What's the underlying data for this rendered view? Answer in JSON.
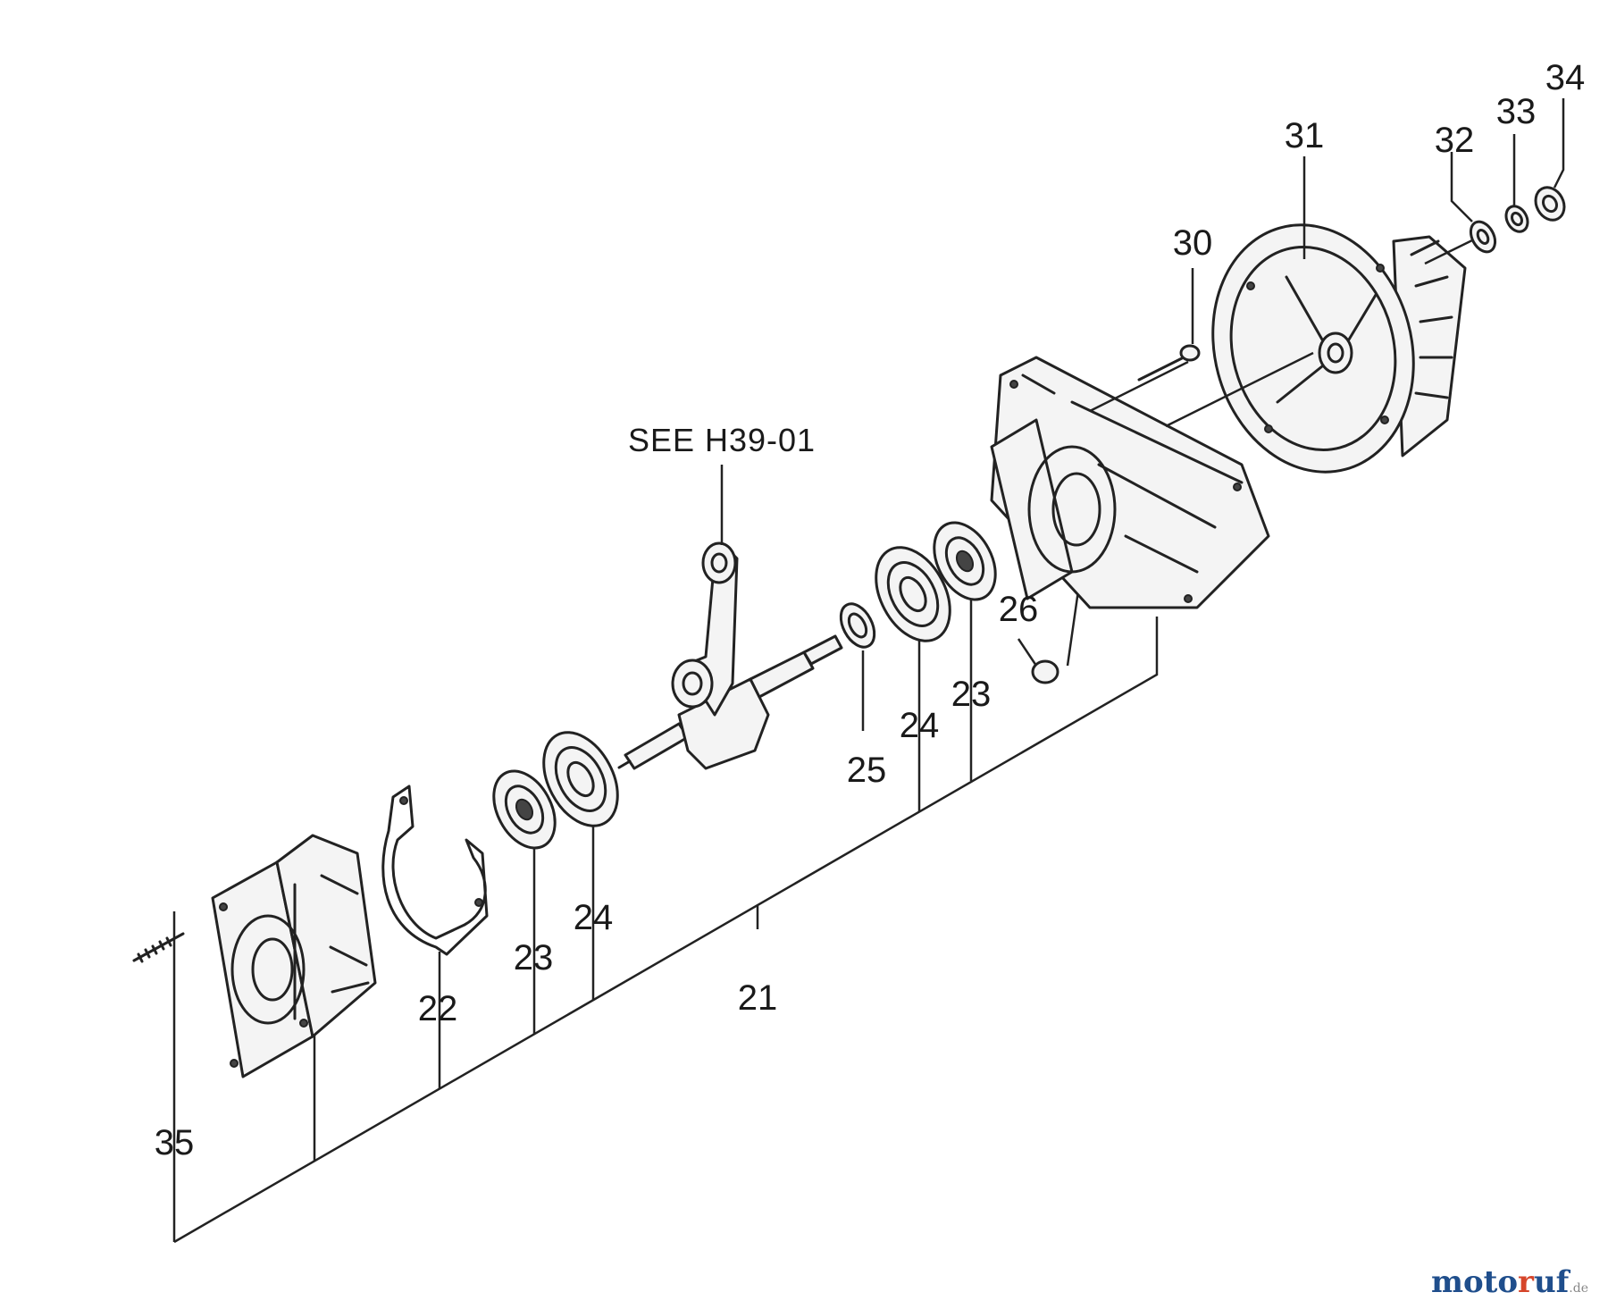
{
  "callouts": {
    "p21": "21",
    "p22": "22",
    "p23a": "23",
    "p24a": "24",
    "p23b": "23",
    "p24b": "24",
    "p25": "25",
    "p26": "26",
    "p30": "30",
    "p31": "31",
    "p32": "32",
    "p33": "33",
    "p34": "34",
    "p35": "35"
  },
  "reference": "SEE H39-01",
  "watermark": {
    "part1": "moto",
    "part2": "r",
    "part3": "uf",
    "suffix": ".de"
  },
  "colors": {
    "line": "#222222",
    "watermark_blue": "#1f4e8c",
    "watermark_red": "#d6452a"
  }
}
